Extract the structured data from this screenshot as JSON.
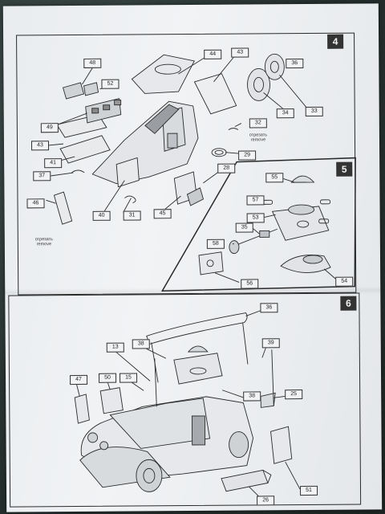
{
  "steps": {
    "s4": "4",
    "s5": "5",
    "s6": "6"
  },
  "notes": {
    "remove_a": "отрезать\nremove",
    "remove_b": "отрезать\nremove"
  },
  "parts4": [
    "48",
    "44",
    "43",
    "52",
    "36",
    "49",
    "34",
    "33",
    "43",
    "32",
    "41",
    "29",
    "37",
    "28",
    "46",
    "40",
    "31",
    "45"
  ],
  "parts5": [
    "55",
    "57",
    "53",
    "35",
    "58",
    "56",
    "54"
  ],
  "parts6": [
    "36",
    "13",
    "38",
    "39",
    "47",
    "50",
    "15",
    "38",
    "25",
    "51",
    "26"
  ]
}
